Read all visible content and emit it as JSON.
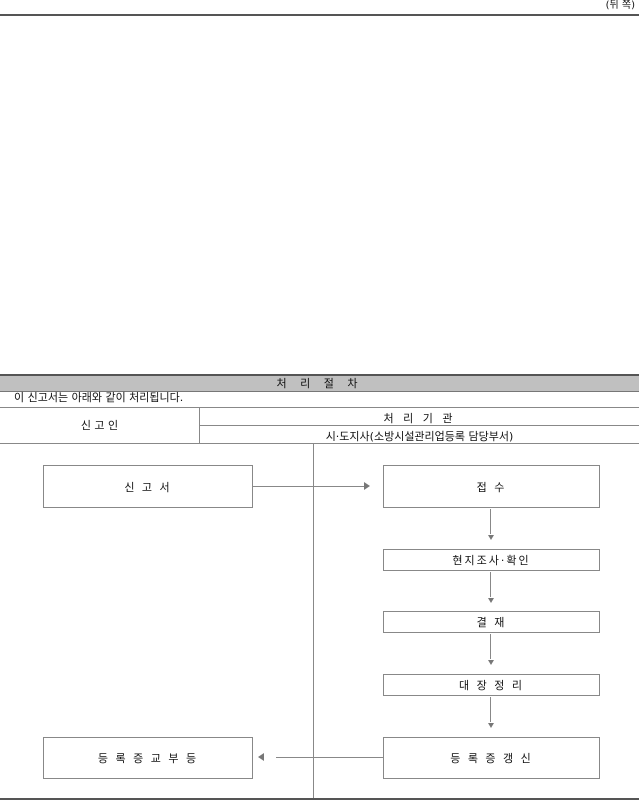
{
  "page_label": "(뒤 쪽)",
  "section_title": "처 리 절 차",
  "intro_text": "이 신고서는 아래와 같이 처리됩니다.",
  "table": {
    "applicant_header": "신 고 인",
    "agency_header": "처 리 기 관",
    "agency_name": "시·도지사(소방시설관리업등록 담당부서)"
  },
  "flow": {
    "applicant_steps": [
      "신 고 서",
      "등 록 증 교 부   등"
    ],
    "agency_steps": [
      "접 수",
      "현지조사·확인",
      "결 재",
      "대 장 정 리",
      "등 록 증 갱 신"
    ]
  }
}
